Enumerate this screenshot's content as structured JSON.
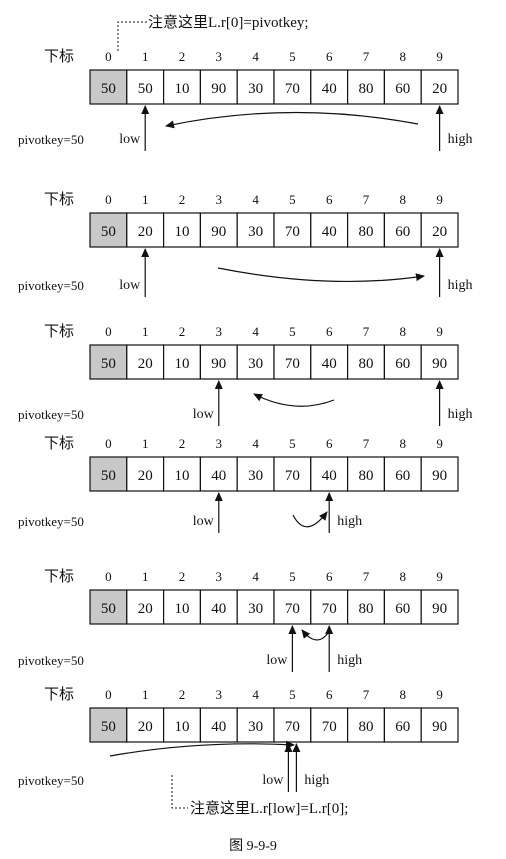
{
  "index_label": "下标",
  "indices": [
    "0",
    "1",
    "2",
    "3",
    "4",
    "5",
    "6",
    "7",
    "8",
    "9"
  ],
  "pivotkey_label": "pivotkey=50",
  "low_label": "low",
  "high_label": "high",
  "note_top": "注意这里L.r[0]=pivotkey;",
  "note_bottom": "注意这里L.r[low]=L.r[0];",
  "caption": "图 9-9-9",
  "steps": [
    {
      "values": [
        "50",
        "50",
        "10",
        "90",
        "30",
        "70",
        "40",
        "80",
        "60",
        "20"
      ],
      "low": 1,
      "high": 9
    },
    {
      "values": [
        "50",
        "20",
        "10",
        "90",
        "30",
        "70",
        "40",
        "80",
        "60",
        "20"
      ],
      "low": 1,
      "high": 9
    },
    {
      "values": [
        "50",
        "20",
        "10",
        "90",
        "30",
        "70",
        "40",
        "80",
        "60",
        "90"
      ],
      "low": 3,
      "high": 9
    },
    {
      "values": [
        "50",
        "20",
        "10",
        "40",
        "30",
        "70",
        "40",
        "80",
        "60",
        "90"
      ],
      "low": 3,
      "high": 6
    },
    {
      "values": [
        "50",
        "20",
        "10",
        "40",
        "30",
        "70",
        "70",
        "80",
        "60",
        "90"
      ],
      "low": 5,
      "high": 6
    },
    {
      "values": [
        "50",
        "20",
        "10",
        "40",
        "30",
        "70",
        "70",
        "80",
        "60",
        "90"
      ],
      "low": 5,
      "high": 5
    }
  ],
  "colors": {
    "pivot_cell": "#c8c8c8",
    "line": "#111111",
    "background": "#ffffff"
  }
}
